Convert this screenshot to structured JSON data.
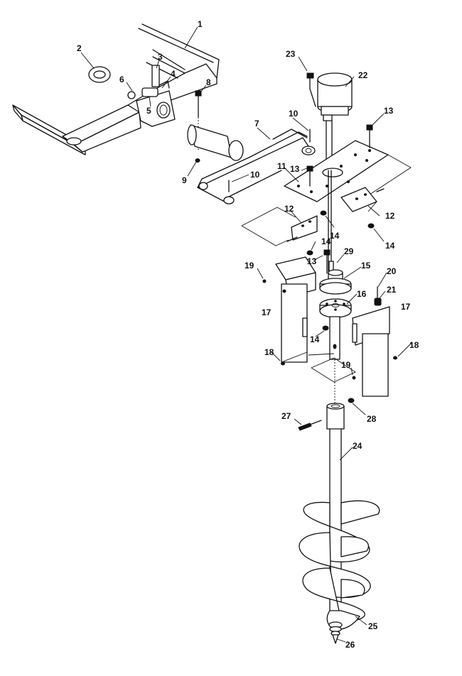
{
  "callouts": [
    {
      "id": "c1",
      "text": "1"
    },
    {
      "id": "c2",
      "text": "2"
    },
    {
      "id": "c3",
      "text": "3"
    },
    {
      "id": "c4",
      "text": "4"
    },
    {
      "id": "c5",
      "text": "5"
    },
    {
      "id": "c6",
      "text": "6"
    },
    {
      "id": "c7",
      "text": "7"
    },
    {
      "id": "c8",
      "text": "8"
    },
    {
      "id": "c9",
      "text": "9"
    },
    {
      "id": "c10a",
      "text": "10"
    },
    {
      "id": "c10b",
      "text": "10"
    },
    {
      "id": "c11",
      "text": "11"
    },
    {
      "id": "c12a",
      "text": "12"
    },
    {
      "id": "c12b",
      "text": "12"
    },
    {
      "id": "c13a",
      "text": "13"
    },
    {
      "id": "c13b",
      "text": "13"
    },
    {
      "id": "c13c",
      "text": "13"
    },
    {
      "id": "c14a",
      "text": "14"
    },
    {
      "id": "c14b",
      "text": "14"
    },
    {
      "id": "c14c",
      "text": "14"
    },
    {
      "id": "c14d",
      "text": "14"
    },
    {
      "id": "c15",
      "text": "15"
    },
    {
      "id": "c16",
      "text": "16"
    },
    {
      "id": "c17a",
      "text": "17"
    },
    {
      "id": "c17b",
      "text": "17"
    },
    {
      "id": "c18a",
      "text": "18"
    },
    {
      "id": "c18b",
      "text": "18"
    },
    {
      "id": "c19a",
      "text": "19"
    },
    {
      "id": "c19b",
      "text": "19"
    },
    {
      "id": "c20",
      "text": "20"
    },
    {
      "id": "c21",
      "text": "21"
    },
    {
      "id": "c22",
      "text": "22"
    },
    {
      "id": "c23",
      "text": "23"
    },
    {
      "id": "c24",
      "text": "24"
    },
    {
      "id": "c25",
      "text": "25"
    },
    {
      "id": "c26",
      "text": "26"
    },
    {
      "id": "c27",
      "text": "27"
    },
    {
      "id": "c28",
      "text": "28"
    },
    {
      "id": "c29",
      "text": "29"
    }
  ]
}
